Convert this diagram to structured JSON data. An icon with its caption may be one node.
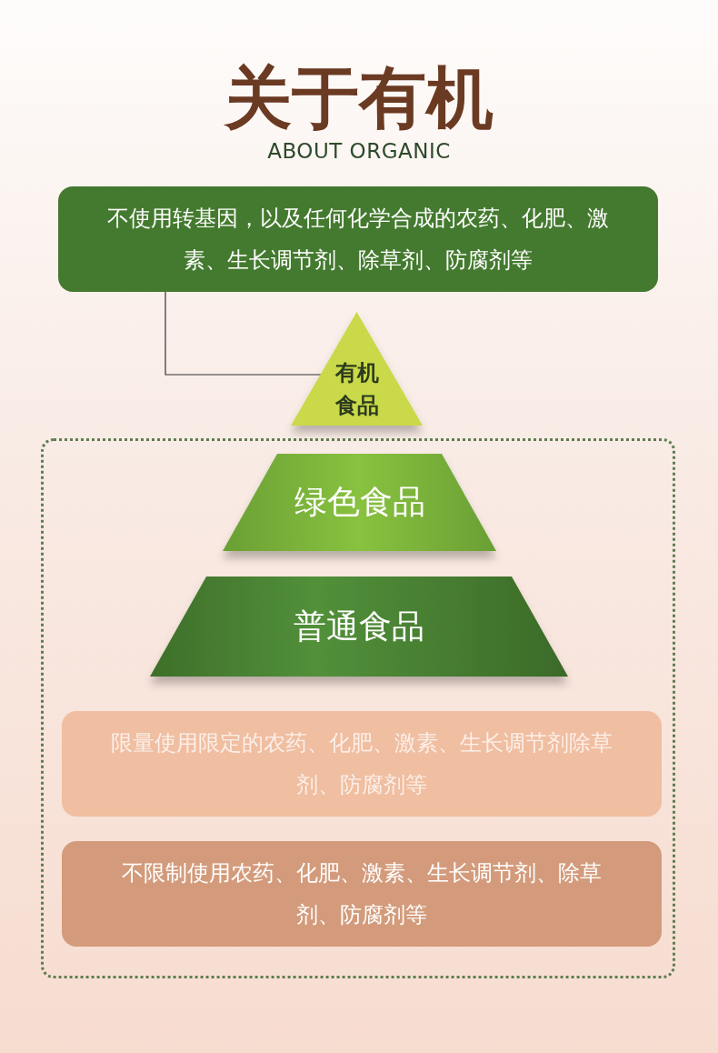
{
  "diagram": {
    "title": "关于有机",
    "nodes": [
      {
        "text": [
          "不使用转基因，以及任何化学合成的农药、化肥、激素、生长调节剂、除草剂、防腐剂等"
        ]
      },
      {
        "text": [
          "有机食品"
        ]
      },
      {
        "text": [],
        "shape": "box"
      },
      {
        "text": [
          "绿色食品"
        ],
        "in": 2
      },
      {
        "text": [
          "普通食品"
        ],
        "in": 2
      },
      {
        "text": [
          "限量使用限定的农药、化肥、激素、生长调节剂除草剂、防腐剂等"
        ],
        "in": 2
      },
      {
        "text": [
          "不限制使用农药、化肥、激素、生长调节剂、除草剂、防腐剂等"
        ],
        "in": 2
      }
    ],
    "edges": [
      {
        "from": 0,
        "to": 1,
        "arrow": "none"
      }
    ],
    "labels": [
      "ABOUT ORGANIC"
    ]
  }
}
